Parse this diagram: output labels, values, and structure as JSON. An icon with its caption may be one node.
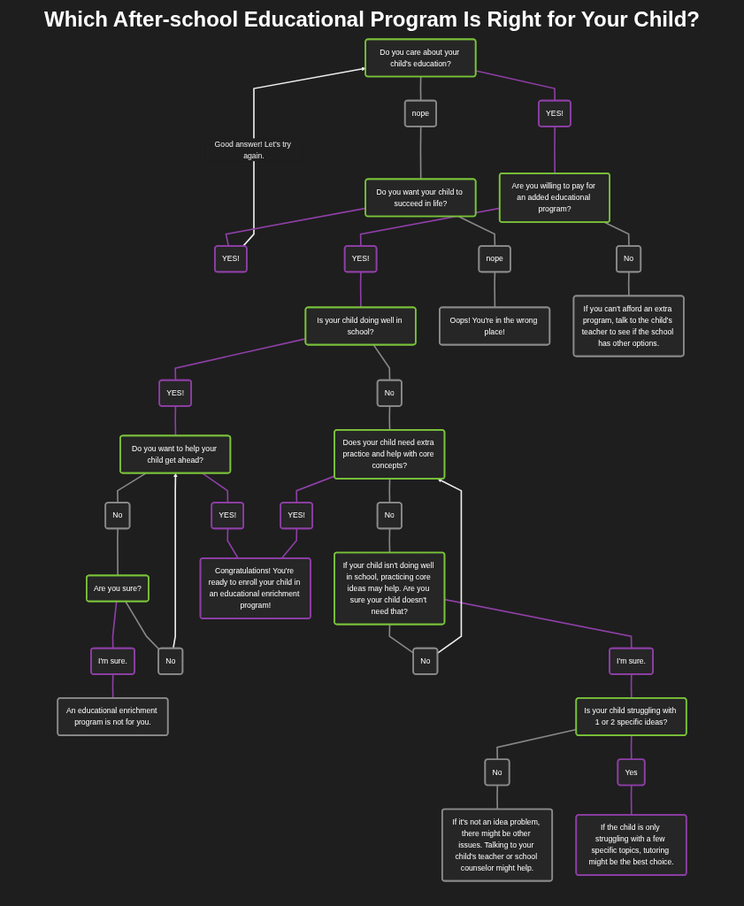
{
  "diagram": {
    "title": "Which After-school Educational Program Is Right for Your Child?",
    "nodes": [
      {
        "text": [
          "Do you care about your child's education?"
        ]
      },
      {
        "text": [
          "YES!"
        ]
      },
      {
        "text": [
          "nope"
        ]
      },
      {
        "text": [
          "YES!"
        ]
      },
      {
        "text": [
          "Are you willing to pay for an added educational program?"
        ]
      },
      {
        "text": [
          "Do you want your child to succeed in life?"
        ]
      },
      {
        "text": [
          "nope"
        ]
      },
      {
        "text": [
          "Is your child doing well in school?"
        ]
      },
      {
        "text": [
          "YES!"
        ]
      },
      {
        "text": [
          "No"
        ]
      },
      {
        "text": [
          "Oops! You're in the wrong place!"
        ]
      },
      {
        "text": [
          "If you can't afford an extra program, talk to the child's teacher to see if the school has other options."
        ]
      },
      {
        "text": [
          "No"
        ]
      },
      {
        "text": [
          "YES!"
        ]
      },
      {
        "text": [
          "Does your child need extra practice and help with core concepts?"
        ]
      },
      {
        "text": [
          "Do you want to help your child get ahead?"
        ]
      },
      {
        "text": [
          "YES!"
        ]
      },
      {
        "text": [
          "No"
        ]
      },
      {
        "text": [
          "No"
        ]
      },
      {
        "text": [
          "YES!"
        ]
      },
      {
        "text": [
          "Are you sure?"
        ]
      },
      {
        "text": [
          "If your child isn't doing well in school, practicing core ideas may help. Are you sure your child doesn't need that?"
        ]
      },
      {
        "text": [
          "Congratulations! You're ready to enroll your child in an educational enrichment program!"
        ]
      },
      {
        "text": [
          "I'm sure."
        ]
      },
      {
        "text": [
          "No"
        ]
      },
      {
        "text": [
          "No"
        ]
      },
      {
        "text": [
          "I'm sure."
        ]
      },
      {
        "text": [
          "An educational enrichment program is not for you."
        ]
      },
      {
        "text": [
          "Is your child struggling with 1 or 2 specific ideas?"
        ]
      },
      {
        "text": [
          "If it's not an idea problem, there might be other issues. Talking to your child's teacher or school counselor might help."
        ]
      },
      {
        "text": [
          "No"
        ]
      },
      {
        "text": [
          "Yes"
        ]
      },
      {
        "text": [
          "If the child is only struggling with a few specific topics, tutoring might be the best choice."
        ]
      }
    ],
    "edges": [
      {
        "from": 1,
        "to": 0,
        "arrow": "to",
        "label": "Good answer! Let's try again.",
        "color": "#eeeeee"
      },
      {
        "from": 0,
        "to": 2,
        "arrow": "none",
        "color": "#888888"
      },
      {
        "from": 0,
        "to": 3,
        "arrow": "none",
        "color": "#8e3fa6"
      },
      {
        "from": 3,
        "to": 4,
        "arrow": "none",
        "color": "#8e3fa6"
      },
      {
        "from": 2,
        "to": 5,
        "arrow": "none",
        "color": "#888888"
      },
      {
        "from": 5,
        "to": 1,
        "arrow": "none",
        "color": "#8e3fa6"
      },
      {
        "from": 5,
        "to": 6,
        "arrow": "none",
        "color": "#888888"
      },
      {
        "from": 6,
        "to": 10,
        "arrow": "none",
        "color": "#888888"
      },
      {
        "from": 4,
        "to": 8,
        "arrow": "none",
        "color": "#8e3fa6"
      },
      {
        "from": 4,
        "to": 9,
        "arrow": "none",
        "color": "#888888"
      },
      {
        "from": 9,
        "to": 11,
        "arrow": "none",
        "color": "#888888"
      },
      {
        "from": 8,
        "to": 7,
        "arrow": "none",
        "color": "#8e3fa6"
      },
      {
        "from": 7,
        "to": 12,
        "arrow": "none",
        "color": "#888888"
      },
      {
        "from": 7,
        "to": 13,
        "arrow": "none",
        "color": "#8e3fa6"
      },
      {
        "from": 12,
        "to": 14,
        "arrow": "none",
        "color": "#888888"
      },
      {
        "from": 13,
        "to": 15,
        "arrow": "none",
        "color": "#8e3fa6"
      },
      {
        "from": 15,
        "to": 16,
        "arrow": "none",
        "color": "#8e3fa6"
      },
      {
        "from": 15,
        "to": 17,
        "arrow": "none",
        "color": "#888888"
      },
      {
        "from": 16,
        "to": 22,
        "arrow": "none",
        "color": "#8e3fa6"
      },
      {
        "from": 17,
        "to": 20,
        "arrow": "none",
        "color": "#888888"
      },
      {
        "from": 14,
        "to": 18,
        "arrow": "none",
        "color": "#888888"
      },
      {
        "from": 14,
        "to": 19,
        "arrow": "none",
        "color": "#8e3fa6"
      },
      {
        "from": 19,
        "to": 22,
        "arrow": "none",
        "color": "#8e3fa6"
      },
      {
        "from": 18,
        "to": 21,
        "arrow": "none",
        "color": "#888888"
      },
      {
        "from": 20,
        "to": 23,
        "arrow": "none",
        "color": "#8e3fa6"
      },
      {
        "from": 20,
        "to": 24,
        "arrow": "none",
        "color": "#888888"
      },
      {
        "from": 24,
        "to": 15,
        "arrow": "to",
        "color": "#eeeeee"
      },
      {
        "from": 23,
        "to": 27,
        "arrow": "none",
        "color": "#8e3fa6"
      },
      {
        "from": 21,
        "to": 25,
        "arrow": "none",
        "color": "#888888"
      },
      {
        "from": 21,
        "to": 26,
        "arrow": "none",
        "color": "#8e3fa6"
      },
      {
        "from": 25,
        "to": 14,
        "arrow": "to",
        "color": "#eeeeee"
      },
      {
        "from": 26,
        "to": 28,
        "arrow": "none",
        "color": "#8e3fa6"
      },
      {
        "from": 28,
        "to": 30,
        "arrow": "none",
        "color": "#888888"
      },
      {
        "from": 28,
        "to": 31,
        "arrow": "none",
        "color": "#8e3fa6"
      },
      {
        "from": 30,
        "to": 29,
        "arrow": "none",
        "color": "#888888"
      },
      {
        "from": 31,
        "to": 32,
        "arrow": "none",
        "color": "#8e3fa6"
      }
    ]
  }
}
